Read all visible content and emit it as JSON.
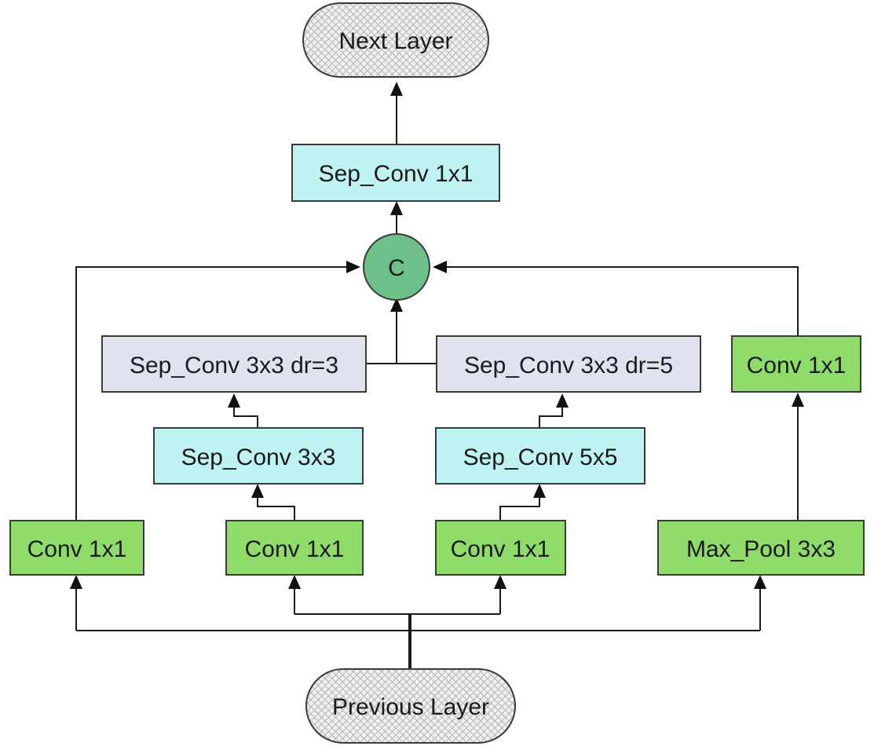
{
  "colors": {
    "conv": "#8fdc6a",
    "sep_conv": "#bff2f2",
    "sep_conv_dilated": "#dfe3ef",
    "concat": "#6dc08a",
    "layer_fill": "#e9e9e9",
    "line": "#1a1a1a"
  },
  "nodes": {
    "next_layer": "Next Layer",
    "sep_conv_out": "Sep_Conv 1x1",
    "concat": "C",
    "sep_conv_dr3": "Sep_Conv 3x3 dr=3",
    "sep_conv_dr5": "Sep_Conv 3x3 dr=5",
    "conv_top_right": "Conv 1x1",
    "sep_conv_3x3": "Sep_Conv 3x3",
    "sep_conv_5x5": "Sep_Conv 5x5",
    "conv_branch1": "Conv 1x1",
    "conv_branch2": "Conv 1x1",
    "conv_branch3": "Conv 1x1",
    "max_pool": "Max_Pool 3x3",
    "previous_layer": "Previous Layer"
  },
  "icons": {
    "layer_pattern": "crosshatch-pattern"
  }
}
